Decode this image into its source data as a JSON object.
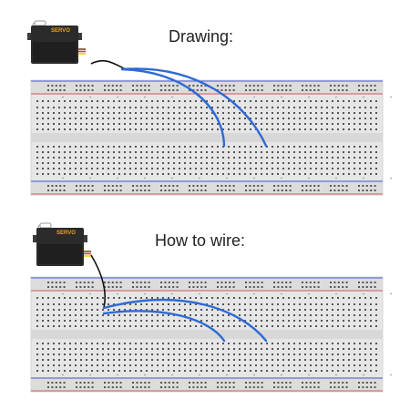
{
  "headings": {
    "drawing": "Drawing:",
    "how_to_wire": "How to wire:"
  },
  "servo": {
    "label": "SERVO",
    "label_color": "#f0a020",
    "body_color": "#2b2b2b"
  },
  "colors": {
    "breadboard": "#e6e6e6",
    "rail_red": "#d95a5a",
    "rail_blue": "#4a5ad0",
    "hole": "#555555",
    "wire_blue": "#2e6ad6",
    "wire_black": "#111111",
    "lead_yellow": "#f0c800",
    "lead_red": "#e03030",
    "lead_brown": "#6a3a1a"
  }
}
